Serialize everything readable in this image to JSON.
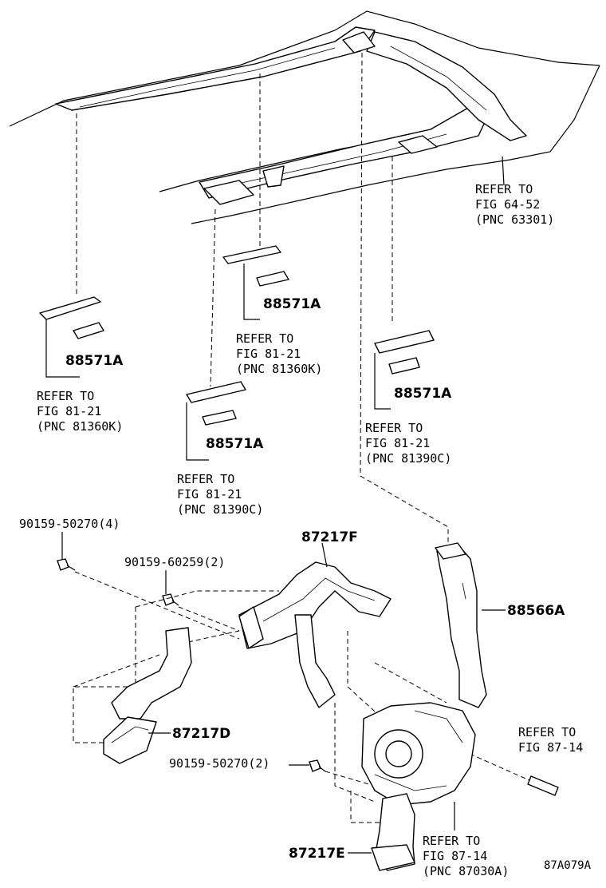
{
  "diagram_code": "87A079A",
  "callouts": [
    {
      "id": "refer-6452",
      "lines": [
        "REFER TO",
        "FIG 64-52",
        "(PNC 63301)"
      ]
    },
    {
      "id": "refer-8121-a",
      "lines": [
        "REFER TO",
        "FIG 81-21",
        "(PNC 81360K)"
      ]
    },
    {
      "id": "refer-8121-b",
      "lines": [
        "REFER TO",
        "FIG 81-21",
        "(PNC 81360K)"
      ]
    },
    {
      "id": "refer-8121-c",
      "lines": [
        "REFER TO",
        "FIG 81-21",
        "(PNC 81390C)"
      ]
    },
    {
      "id": "refer-8121-d",
      "lines": [
        "REFER TO",
        "FIG 81-21",
        "(PNC 81390C)"
      ]
    },
    {
      "id": "refer-8714-a",
      "lines": [
        "REFER TO",
        "FIG 87-14"
      ]
    },
    {
      "id": "refer-8714-b",
      "lines": [
        "REFER TO",
        "FIG 87-14",
        "(PNC 87030A)"
      ]
    }
  ],
  "part_numbers": {
    "p88571a_1": "88571A",
    "p88571a_2": "88571A",
    "p88571a_3": "88571A",
    "p88571a_4": "88571A",
    "p87217f": "87217F",
    "p88566a": "88566A",
    "p87217d": "87217D",
    "p87217e": "87217E",
    "bolt_a": "90159-50270(4)",
    "bolt_b": "90159-60259(2)",
    "bolt_c": "90159-50270(2)"
  }
}
